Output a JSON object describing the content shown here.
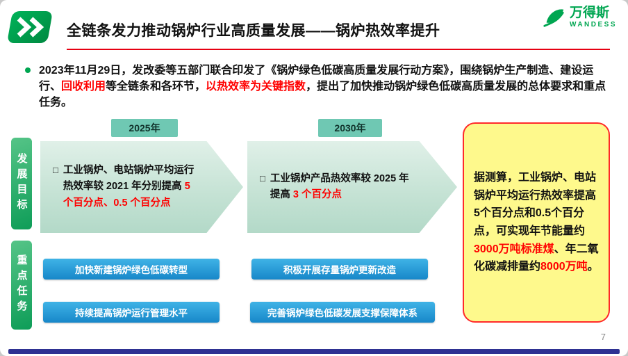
{
  "header": {
    "title": "全链条发力推动锅炉行业高质量发展——锅炉热效率提升"
  },
  "logo": {
    "name": "万得斯",
    "subtitle": "WANDESS"
  },
  "intro": {
    "segments": [
      {
        "text": "2023年11月29日，发改委等五部门联合印发了《锅炉绿色低碳高质量发展行动方案》，围绕锅炉生产制造、建设运行、",
        "color": "black"
      },
      {
        "text": "回收利用",
        "color": "red"
      },
      {
        "text": "等全链条和各环节，",
        "color": "black"
      },
      {
        "text": "以热效率为关键指数",
        "color": "red"
      },
      {
        "text": "，提出了加快推动锅炉绿色低碳高质量发展的总体要求和重点任务。",
        "color": "black"
      }
    ]
  },
  "timeline": {
    "left_label": "发展目标",
    "milestones": [
      {
        "year": "2025年",
        "checkbox": "□",
        "segments": [
          {
            "text": "工业锅炉、电站锅炉平均运行热效率较 2021 年分别提高 ",
            "color": "black"
          },
          {
            "text": "5 个百分点、0.5 个百分点",
            "color": "red"
          }
        ]
      },
      {
        "year": "2030年",
        "checkbox": "□",
        "segments": [
          {
            "text": "工业锅炉产品热效率较 2025 年提高 ",
            "color": "black"
          },
          {
            "text": "3 个百分点",
            "color": "red"
          }
        ]
      }
    ]
  },
  "tasks": {
    "left_label": "重点任务",
    "items": [
      "加快新建锅炉绿色低碳转型",
      "积极开展存量锅炉更新改造",
      "持续提高锅炉运行管理水平",
      "完善锅炉绿色低碳发展支撑保障体系"
    ]
  },
  "highlight": {
    "segments": [
      {
        "text": "据测算，工业锅炉、电站锅炉平均运行热效率提高5个百分点和0.5个百分点，可实现年节能量约",
        "color": "black"
      },
      {
        "text": "3000万吨标准煤",
        "color": "red"
      },
      {
        "text": "、年二氧化碳减排量约",
        "color": "black"
      },
      {
        "text": "8000万吨",
        "color": "red"
      },
      {
        "text": "。",
        "color": "black"
      }
    ]
  },
  "footer": {
    "page_number": "7"
  },
  "colors": {
    "accent_green": "#00A651",
    "teal_badge": "#6FC8B3",
    "highlight_red": "#FF0000",
    "task_blue": "#1787C9",
    "bottom_bar_blue": "#2E3192",
    "note_yellow": "#FEF98C"
  }
}
